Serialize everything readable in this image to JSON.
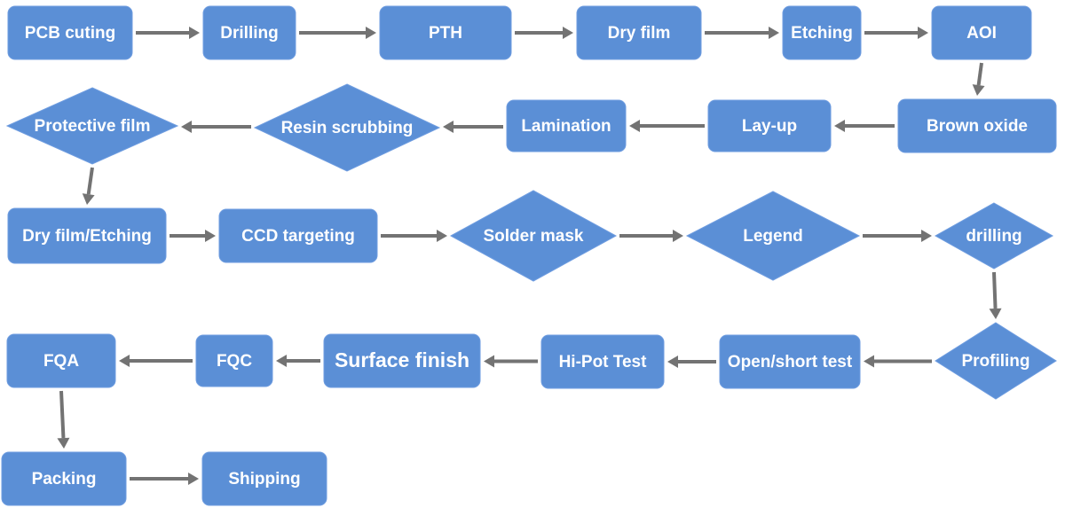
{
  "colors": {
    "node_fill": "#5b8fd6",
    "node_text": "#ffffff",
    "arrow": "#737373"
  },
  "nodes": [
    {
      "id": "pcb-cutting",
      "label": "PCB cuting",
      "shape": "box"
    },
    {
      "id": "drilling",
      "label": "Drilling",
      "shape": "box"
    },
    {
      "id": "pth",
      "label": "PTH",
      "shape": "box"
    },
    {
      "id": "dry-film",
      "label": "Dry film",
      "shape": "box"
    },
    {
      "id": "etching",
      "label": "Etching",
      "shape": "box"
    },
    {
      "id": "aoi",
      "label": "AOI",
      "shape": "box"
    },
    {
      "id": "brown-oxide",
      "label": "Brown oxide",
      "shape": "box"
    },
    {
      "id": "lay-up",
      "label": "Lay-up",
      "shape": "box"
    },
    {
      "id": "lamination",
      "label": "Lamination",
      "shape": "box"
    },
    {
      "id": "resin-scrubbing",
      "label": "Resin scrubbing",
      "shape": "diamond"
    },
    {
      "id": "protective-film",
      "label": "Protective film",
      "shape": "diamond"
    },
    {
      "id": "dry-film-etching",
      "label": "Dry film/Etching",
      "shape": "box"
    },
    {
      "id": "ccd-targeting",
      "label": "CCD targeting",
      "shape": "box"
    },
    {
      "id": "solder-mask",
      "label": "Solder mask",
      "shape": "diamond"
    },
    {
      "id": "legend",
      "label": "Legend",
      "shape": "diamond"
    },
    {
      "id": "drilling-2",
      "label": "drilling",
      "shape": "diamond"
    },
    {
      "id": "profiling",
      "label": "Profiling",
      "shape": "diamond"
    },
    {
      "id": "open-short-test",
      "label": "Open/short test",
      "shape": "box"
    },
    {
      "id": "hi-pot-test",
      "label": "Hi-Pot Test",
      "shape": "box"
    },
    {
      "id": "surface-finish",
      "label": "Surface finish",
      "shape": "box"
    },
    {
      "id": "fqc",
      "label": "FQC",
      "shape": "box"
    },
    {
      "id": "fqa",
      "label": "FQA",
      "shape": "box"
    },
    {
      "id": "packing",
      "label": "Packing",
      "shape": "box"
    },
    {
      "id": "shipping",
      "label": "Shipping",
      "shape": "box"
    }
  ],
  "edges": [
    [
      "pcb-cutting",
      "drilling"
    ],
    [
      "drilling",
      "pth"
    ],
    [
      "pth",
      "dry-film"
    ],
    [
      "dry-film",
      "etching"
    ],
    [
      "etching",
      "aoi"
    ],
    [
      "aoi",
      "brown-oxide"
    ],
    [
      "brown-oxide",
      "lay-up"
    ],
    [
      "lay-up",
      "lamination"
    ],
    [
      "lamination",
      "resin-scrubbing"
    ],
    [
      "resin-scrubbing",
      "protective-film"
    ],
    [
      "protective-film",
      "dry-film-etching"
    ],
    [
      "dry-film-etching",
      "ccd-targeting"
    ],
    [
      "ccd-targeting",
      "solder-mask"
    ],
    [
      "solder-mask",
      "legend"
    ],
    [
      "legend",
      "drilling-2"
    ],
    [
      "drilling-2",
      "profiling"
    ],
    [
      "profiling",
      "open-short-test"
    ],
    [
      "open-short-test",
      "hi-pot-test"
    ],
    [
      "hi-pot-test",
      "surface-finish"
    ],
    [
      "surface-finish",
      "fqc"
    ],
    [
      "fqc",
      "fqa"
    ],
    [
      "fqa",
      "packing"
    ],
    [
      "packing",
      "shipping"
    ]
  ]
}
